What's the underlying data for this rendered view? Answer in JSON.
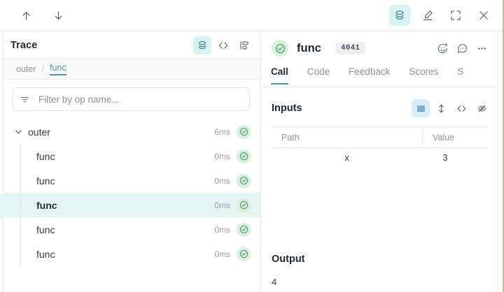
{
  "topbar": {
    "nav_up_icon": "arrow-up-icon",
    "nav_down_icon": "arrow-down-icon",
    "actions": [
      {
        "name": "trace-tree-toggle",
        "icon": "stacked-layers-icon",
        "active": true
      },
      {
        "name": "annotate-button",
        "icon": "highlighter-pen-icon",
        "active": false
      },
      {
        "name": "fullscreen-button",
        "icon": "expand-corners-icon",
        "active": false
      },
      {
        "name": "close-button",
        "icon": "close-x-icon",
        "active": false
      }
    ]
  },
  "trace_panel": {
    "title": "Trace",
    "header_actions": [
      {
        "name": "trace-view-stack",
        "icon": "stacked-layers-icon",
        "active": true
      },
      {
        "name": "trace-view-code",
        "icon": "code-brackets-icon",
        "active": false
      },
      {
        "name": "trace-view-tree",
        "icon": "hierarchy-tree-icon",
        "active": false
      }
    ],
    "breadcrumb": {
      "items": [
        {
          "label": "outer",
          "active": false
        },
        {
          "label": "func",
          "active": true
        }
      ],
      "separator": "/"
    },
    "filter": {
      "icon": "filter-lines-icon",
      "value": "",
      "placeholder": "Filter by op name..."
    },
    "rows": [
      {
        "label": "outer",
        "duration": "6ms",
        "depth": 0,
        "expanded": true,
        "selected": false,
        "status": "success"
      },
      {
        "label": "func",
        "duration": "0ms",
        "depth": 1,
        "expanded": false,
        "selected": false,
        "status": "success"
      },
      {
        "label": "func",
        "duration": "0ms",
        "depth": 1,
        "expanded": false,
        "selected": false,
        "status": "success"
      },
      {
        "label": "func",
        "duration": "0ms",
        "depth": 1,
        "expanded": false,
        "selected": true,
        "status": "success"
      },
      {
        "label": "func",
        "duration": "0ms",
        "depth": 1,
        "expanded": false,
        "selected": false,
        "status": "success"
      },
      {
        "label": "func",
        "duration": "0ms",
        "depth": 1,
        "expanded": false,
        "selected": false,
        "status": "success"
      }
    ]
  },
  "call_panel": {
    "status_icon": "check-circle-icon",
    "title": "func",
    "badge": "4041",
    "header_actions": [
      {
        "name": "add-reaction-button",
        "icon": "emoji-plus-icon"
      },
      {
        "name": "add-comment-button",
        "icon": "comment-bubble-icon"
      },
      {
        "name": "more-options-button",
        "icon": "more-horizontal-icon"
      }
    ],
    "tabs": [
      {
        "label": "Call",
        "active": true
      },
      {
        "label": "Code",
        "active": false
      },
      {
        "label": "Feedback",
        "active": false
      },
      {
        "label": "Scores",
        "active": false
      },
      {
        "label": "S",
        "active": false
      }
    ],
    "inputs": {
      "title": "Inputs",
      "view_actions": [
        {
          "name": "view-list-button",
          "icon": "list-lines-icon",
          "active": true
        },
        {
          "name": "expand-rows-button",
          "icon": "arrows-vertical-icon",
          "active": false
        },
        {
          "name": "view-code-button",
          "icon": "code-brackets-icon",
          "active": false
        },
        {
          "name": "hide-values-button",
          "icon": "eye-off-icon",
          "active": false
        }
      ],
      "columns": [
        "Path",
        "Value"
      ],
      "rows": [
        {
          "path": "x",
          "value": "3"
        }
      ]
    },
    "output": {
      "title": "Output",
      "value": "4"
    }
  },
  "colors": {
    "accent_teal": "#4897ad",
    "accent_blue": "#3279a8",
    "success_green": "#4a9c68",
    "selected_row_bg": "#e3f6f4"
  }
}
